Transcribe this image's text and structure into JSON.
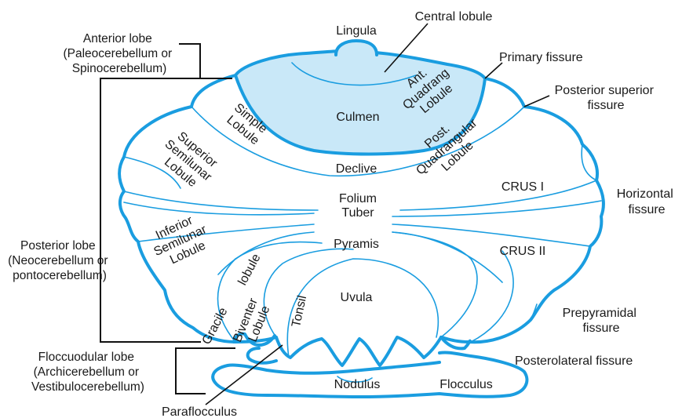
{
  "labels": {
    "lingula": "Lingula",
    "central_lobule": "Central lobule",
    "primary_fissure": "Primary fissure",
    "post_sup_fissure": [
      "Posterior superior",
      "fissure"
    ],
    "culmen": "Culmen",
    "ant_quadrang": [
      "Ant.",
      "Quadrang",
      "Lobule"
    ],
    "simple_lobule": [
      "Simple",
      "Lobule"
    ],
    "post_quadrangular": [
      "Post.",
      "Quadrangular",
      "Lobule"
    ],
    "superior_semilunar": [
      "Superior",
      "Semilunar",
      "Lobule"
    ],
    "declive": "Declive",
    "crus_i": "CRUS I",
    "folium": "Folium",
    "tuber": "Tuber",
    "horizontal_fissure": [
      "Horizontal",
      "fissure"
    ],
    "inferior_semilunar": [
      "Inferior",
      "Semilunar",
      "Lobule"
    ],
    "pyramis": "Pyramis",
    "crus_ii": "CRUS II",
    "gracile": "Gracile",
    "lobule": "lobule",
    "biventer": [
      "Biventer",
      "Lobule"
    ],
    "tonsil": "Tonsil",
    "uvula": "Uvula",
    "prepyramidal_fissure": [
      "Prepyramidal",
      "fissure"
    ],
    "posterolateral_fissure": "Posterolateral fissure",
    "nodulus": "Nodulus",
    "flocculus": "Flocculus",
    "paraflocculus": "Paraflocculus",
    "anterior_lobe": [
      "Anterior lobe",
      "(Paleocerebellum or",
      "Spinocerebellum)"
    ],
    "posterior_lobe": [
      "Posterior lobe",
      "(Neocerebellum or",
      "pontocerebellum)"
    ],
    "floccuodular_lobe": [
      "Floccuodular lobe",
      "(Archicerebellum or",
      "Vestibulocerebellum)"
    ]
  },
  "colors": {
    "outline": "#1a9de0",
    "anterior_fill": "#c9e8f8",
    "text": "#1a1a1a",
    "leader": "#111111"
  }
}
